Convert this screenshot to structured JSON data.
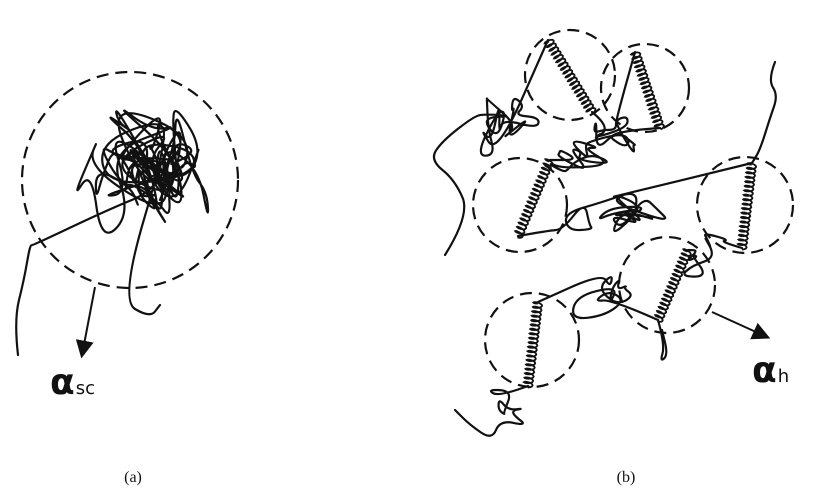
{
  "panels": [
    {
      "id": "a",
      "caption": "(a)",
      "label_main": "α",
      "label_sub": "sc"
    },
    {
      "id": "b",
      "caption": "(b)",
      "label_main": "α",
      "label_sub": "h"
    }
  ]
}
